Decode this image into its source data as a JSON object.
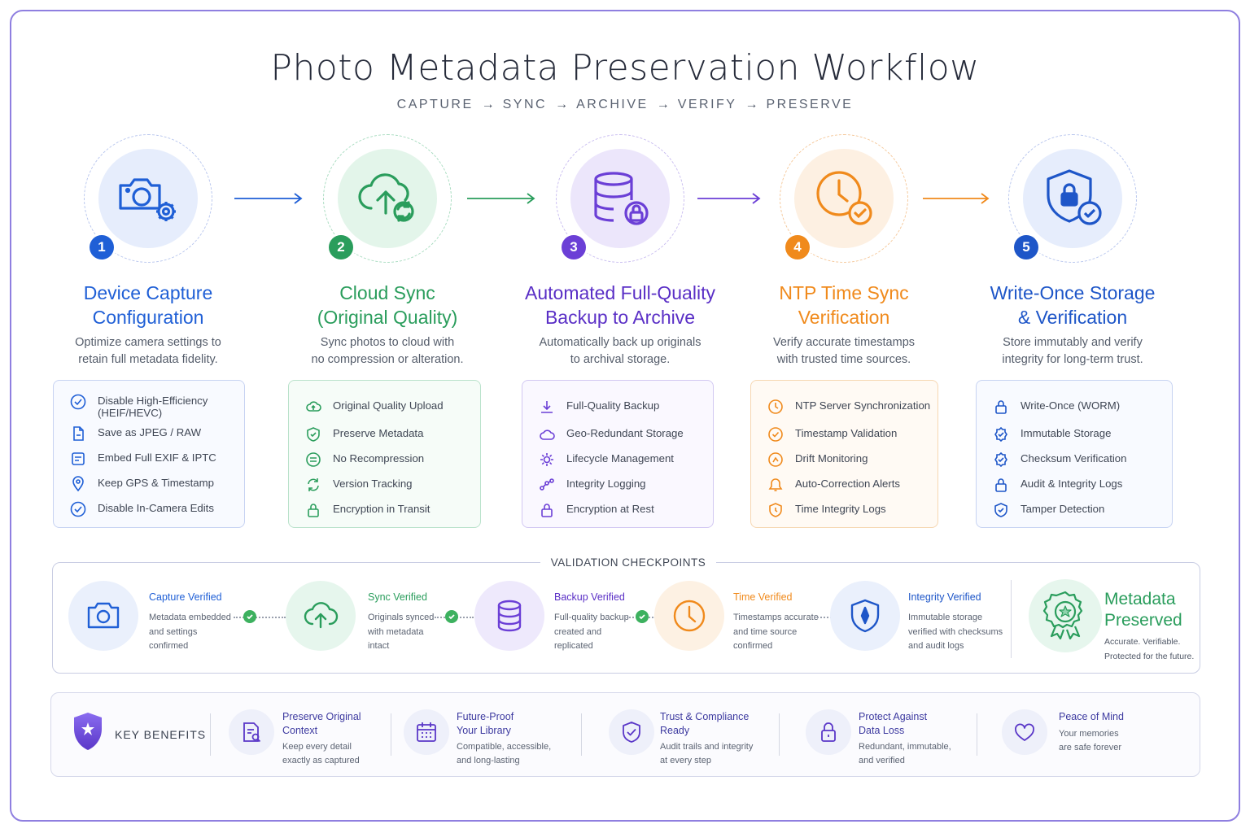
{
  "title": "Photo Metadata Preservation Workflow",
  "flow": [
    "CAPTURE",
    "SYNC",
    "ARCHIVE",
    "VERIFY",
    "PRESERVE"
  ],
  "flow_arrow": "→",
  "colors": {
    "blue": "#1f5fd6",
    "green": "#2a9d5c",
    "purple": "#6b3fd6",
    "orange": "#f08a1c",
    "navy": "#1e56c8",
    "frame": "#8f7fe0"
  },
  "steps": [
    {
      "number": "1",
      "title_line1": "Device Capture",
      "title_line2": "Configuration",
      "desc_line1": "Optimize camera settings to",
      "desc_line2": "retain full metadata fidelity.",
      "icon": "camera-settings-icon",
      "items": [
        {
          "label": "Disable High-Efficiency",
          "label2": "(HEIF/HEVC)",
          "icon": "check-circle-icon"
        },
        {
          "label": "Save as JPEG / RAW",
          "icon": "file-icon"
        },
        {
          "label": "Embed Full EXIF & IPTC",
          "icon": "document-icon"
        },
        {
          "label": "Keep GPS & Timestamp",
          "icon": "location-pin-icon"
        },
        {
          "label": "Disable In-Camera Edits",
          "icon": "check-circle-icon"
        }
      ]
    },
    {
      "number": "2",
      "title_line1": "Cloud Sync",
      "title_line2": "(Original Quality)",
      "desc_line1": "Sync photos to cloud with",
      "desc_line2": "no compression or alteration.",
      "icon": "cloud-upload-sync-icon",
      "items": [
        {
          "label": "Original Quality Upload",
          "icon": "cloud-upload-icon"
        },
        {
          "label": "Preserve Metadata",
          "icon": "shield-check-icon"
        },
        {
          "label": "No Recompression",
          "icon": "no-compress-icon"
        },
        {
          "label": "Version Tracking",
          "icon": "sync-icon"
        },
        {
          "label": "Encryption in Transit",
          "icon": "lock-icon"
        }
      ]
    },
    {
      "number": "3",
      "title_line1": "Automated Full-Quality",
      "title_line2": "Backup to Archive",
      "desc_line1": "Automatically back up originals",
      "desc_line2": "to archival storage.",
      "icon": "database-lock-icon",
      "items": [
        {
          "label": "Full-Quality Backup",
          "icon": "download-icon"
        },
        {
          "label": "Geo-Redundant Storage",
          "icon": "cloud-icon"
        },
        {
          "label": "Lifecycle Management",
          "icon": "gear-icon"
        },
        {
          "label": "Integrity Logging",
          "icon": "graph-icon"
        },
        {
          "label": "Encryption at Rest",
          "icon": "lock-icon"
        }
      ]
    },
    {
      "number": "4",
      "title_line1": "NTP Time Sync",
      "title_line2": "Verification",
      "desc_line1": "Verify accurate timestamps",
      "desc_line2": "with trusted time sources.",
      "icon": "clock-check-icon",
      "items": [
        {
          "label": "NTP Server Synchronization",
          "icon": "clock-icon"
        },
        {
          "label": "Timestamp Validation",
          "icon": "clock-check-icon"
        },
        {
          "label": "Drift Monitoring",
          "icon": "drift-icon"
        },
        {
          "label": "Auto-Correction Alerts",
          "icon": "alert-icon"
        },
        {
          "label": "Time Integrity Logs",
          "icon": "shield-clock-icon"
        }
      ]
    },
    {
      "number": "5",
      "title_line1": "Write-Once Storage",
      "title_line2": "& Verification",
      "desc_line1": "Store immutably and verify",
      "desc_line2": "integrity for long-term trust.",
      "icon": "shield-lock-icon",
      "items": [
        {
          "label": "Write-Once (WORM)",
          "icon": "lock-icon"
        },
        {
          "label": "Immutable Storage",
          "icon": "badge-check-icon"
        },
        {
          "label": "Checksum Verification",
          "icon": "badge-check-icon"
        },
        {
          "label": "Audit & Integrity Logs",
          "icon": "lock-icon"
        },
        {
          "label": "Tamper Detection",
          "icon": "shield-check-icon"
        }
      ]
    }
  ],
  "validation": {
    "title": "VALIDATION CHECKPOINTS",
    "checkpoints": [
      {
        "title": "Capture Verified",
        "desc": [
          "Metadata embedded",
          "and settings",
          "confirmed"
        ],
        "icon": "camera-icon"
      },
      {
        "title": "Sync Verified",
        "desc": [
          "Originals synced",
          "with metadata",
          "intact"
        ],
        "icon": "cloud-upload-icon"
      },
      {
        "title": "Backup Verified",
        "desc": [
          "Full-quality backup",
          "created and",
          "replicated"
        ],
        "icon": "database-icon"
      },
      {
        "title": "Time Verified",
        "desc": [
          "Timestamps accurate",
          "and time source",
          "confirmed"
        ],
        "icon": "clock-icon"
      },
      {
        "title": "Integrity Verified",
        "desc": [
          "Immutable storage",
          "verified with checksums",
          "and audit logs"
        ],
        "icon": "shield-icon"
      }
    ],
    "final": {
      "title_line1": "Metadata",
      "title_line2": "Preserved",
      "desc_line1": "Accurate. Verifiable.",
      "desc_line2": "Protected for the future.",
      "icon": "award-ribbon-icon"
    }
  },
  "benefits": {
    "label": "KEY BENEFITS",
    "icon": "shield-star-icon",
    "items": [
      {
        "title": [
          "Preserve Original",
          "Context"
        ],
        "desc": [
          "Keep every detail",
          "exactly as captured"
        ],
        "icon": "document-search-icon"
      },
      {
        "title": [
          "Future-Proof",
          "Your Library"
        ],
        "desc": [
          "Compatible, accessible,",
          "and long-lasting"
        ],
        "icon": "calendar-icon"
      },
      {
        "title": [
          "Trust & Compliance",
          "Ready"
        ],
        "desc": [
          "Audit trails and integrity",
          "at every step"
        ],
        "icon": "shield-check-icon"
      },
      {
        "title": [
          "Protect Against",
          "Data Loss"
        ],
        "desc": [
          "Redundant, immutable,",
          "and verified"
        ],
        "icon": "lock-icon"
      },
      {
        "title": [
          "Peace of Mind"
        ],
        "desc": [
          "Your memories",
          "are safe forever"
        ],
        "icon": "heart-icon"
      }
    ]
  }
}
